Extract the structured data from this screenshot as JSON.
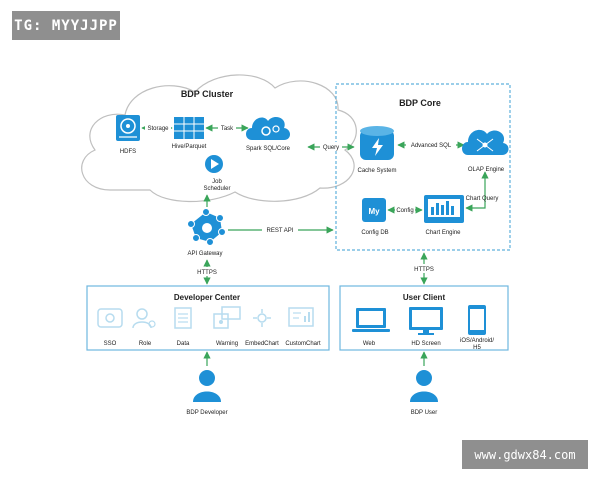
{
  "watermark_top": "TG: MYYJJPP",
  "watermark_bottom": "www.gdwx84.com",
  "bdp_cluster": {
    "title": "BDP Cluster",
    "hdfs": "HDFS",
    "storage": "Storage",
    "hive": "Hive/Parquet",
    "task": "Task",
    "spark": "Spark SQL/Core",
    "job_line1": "Job",
    "job_line2": "Scheduler"
  },
  "bdp_core": {
    "title": "BDP Core",
    "query": "Query",
    "cache": "Cache System",
    "advanced_sql": "Advanced SQL",
    "olap": "OLAP Engine",
    "config": "Config",
    "config_db": "Config DB",
    "chart_engine": "Chart Engine",
    "chart_query": "Chart Query",
    "mysql_logo": "My"
  },
  "middle": {
    "api_gateway": "API Gateway",
    "rest_api": "REST API",
    "https_left": "HTTPS",
    "https_right": "HTTPS"
  },
  "developer_center": {
    "title": "Developer Center",
    "items": [
      "SSO",
      "Role",
      "Data",
      "Warning",
      "EmbedChart",
      "CustomChart"
    ]
  },
  "user_client": {
    "title": "User Client",
    "items": [
      "Web",
      "HD Screen",
      "iOS/Android/",
      "H5"
    ]
  },
  "actors": {
    "developer": "BDP Developer",
    "user": "BDP User"
  },
  "colors": {
    "accent": "#1e90d6",
    "arrow": "#3aa55a",
    "dashed": "#5fb1dc",
    "panel": "#6fb7df",
    "faded_icon": "#b7dcef"
  }
}
